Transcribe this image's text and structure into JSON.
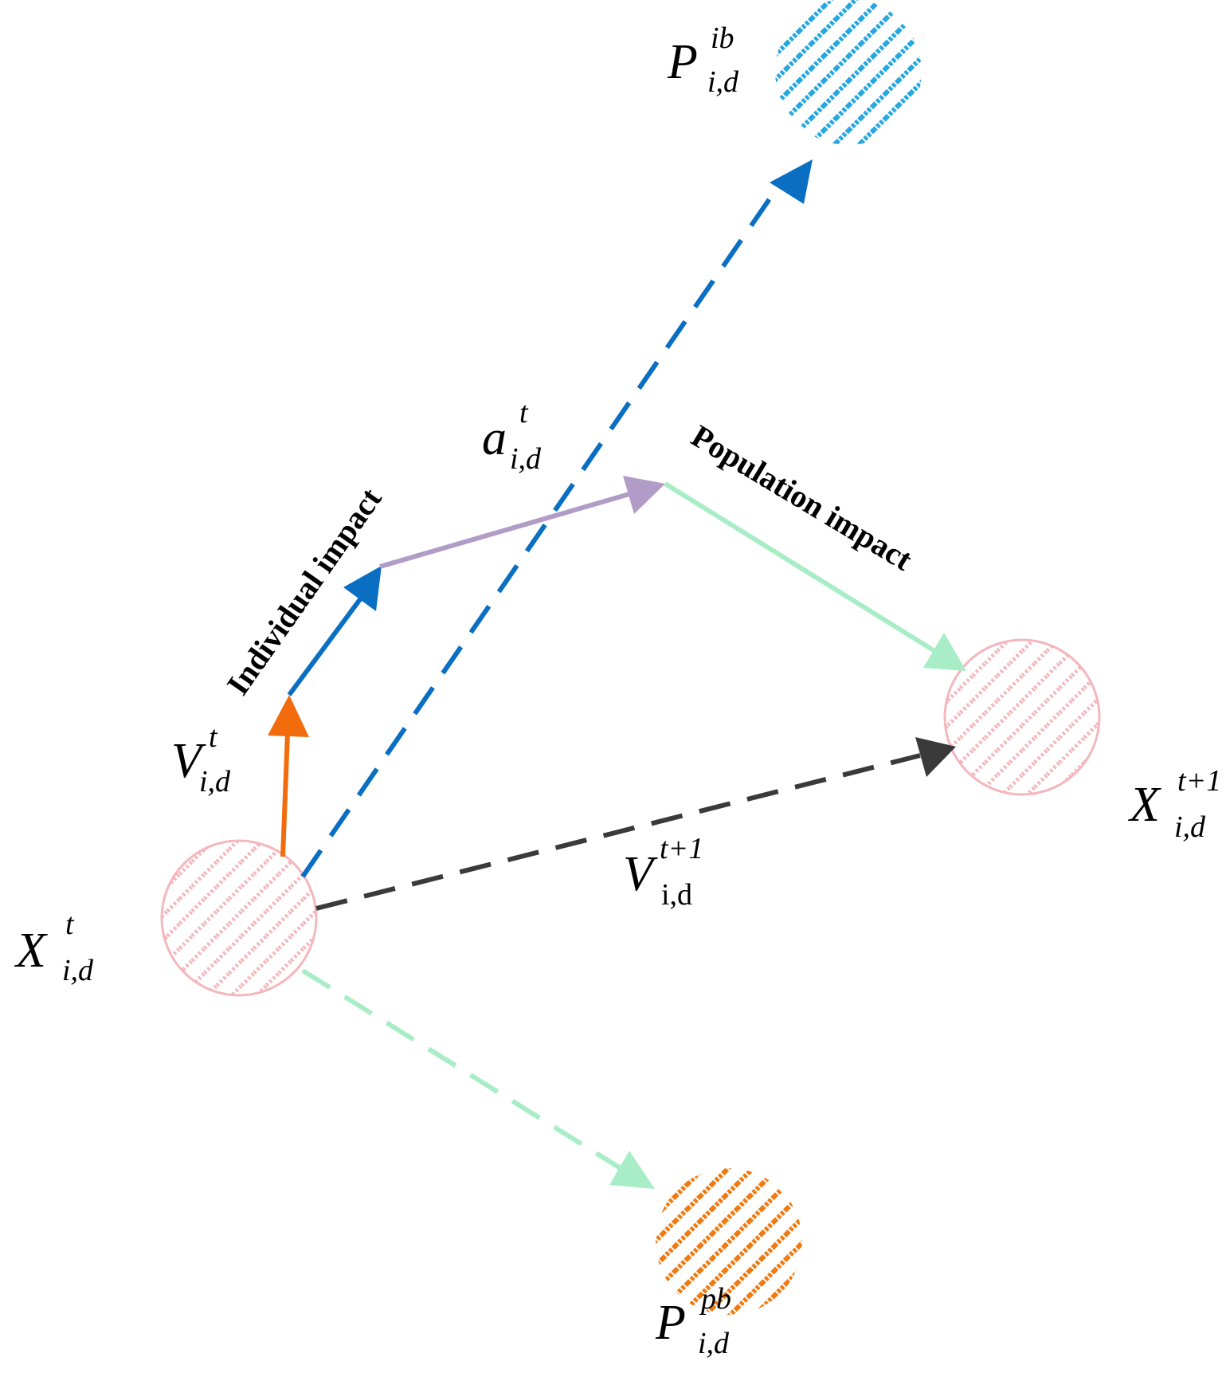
{
  "colors": {
    "current_particle": "#f3b7bd",
    "individual_best": "#26a7e1",
    "population_best": "#f07a12",
    "velocity": "#f26c0d",
    "individual_arrow": "#0a6fc2",
    "acceleration_arrow": "#b09cc6",
    "population_arrow": "#a8edc6",
    "new_velocity": "#3a3a3a",
    "text": "#000000"
  },
  "nodes": {
    "x_t": {
      "base": "X",
      "sup": "t",
      "sub": "i,d"
    },
    "x_t1": {
      "base": "X",
      "sup": "t+1",
      "sub": "i,d"
    },
    "p_ib": {
      "base": "P",
      "sup": "ib",
      "sub": "i,d"
    },
    "p_pb": {
      "base": "P",
      "sup": "pb",
      "sub": "i,d"
    }
  },
  "vectors": {
    "v_t": {
      "base": "V",
      "sup": "t",
      "sub": "i,d"
    },
    "v_t1": {
      "base": "V",
      "sup": "t+1",
      "sub": "i,d"
    },
    "a_t": {
      "base": "a",
      "sup": "t",
      "sub": "i,d"
    }
  },
  "captions": {
    "individual": "Individual impact",
    "population": "Population impact"
  }
}
